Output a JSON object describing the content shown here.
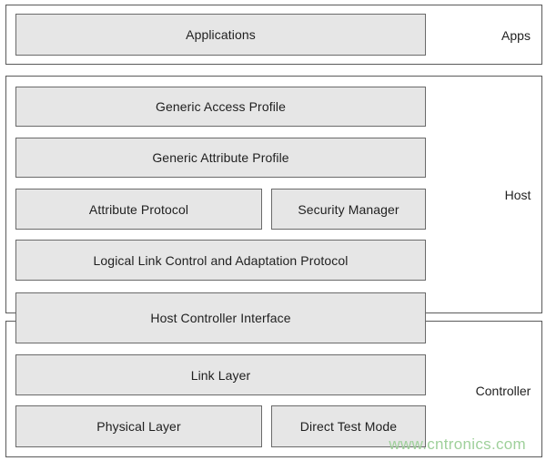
{
  "groups": {
    "apps": "Apps",
    "host": "Host",
    "controller": "Controller"
  },
  "blocks": {
    "applications": "Applications",
    "generic_access_profile": "Generic Access Profile",
    "generic_attribute_profile": "Generic Attribute Profile",
    "attribute_protocol": "Attribute Protocol",
    "security_manager": "Security Manager",
    "l2cap": "Logical Link Control and Adaptation Protocol",
    "host_controller_interface": "Host Controller Interface",
    "link_layer": "Link Layer",
    "physical_layer": "Physical Layer",
    "direct_test_mode": "Direct Test Mode"
  },
  "watermark": "www.cntronics.com"
}
